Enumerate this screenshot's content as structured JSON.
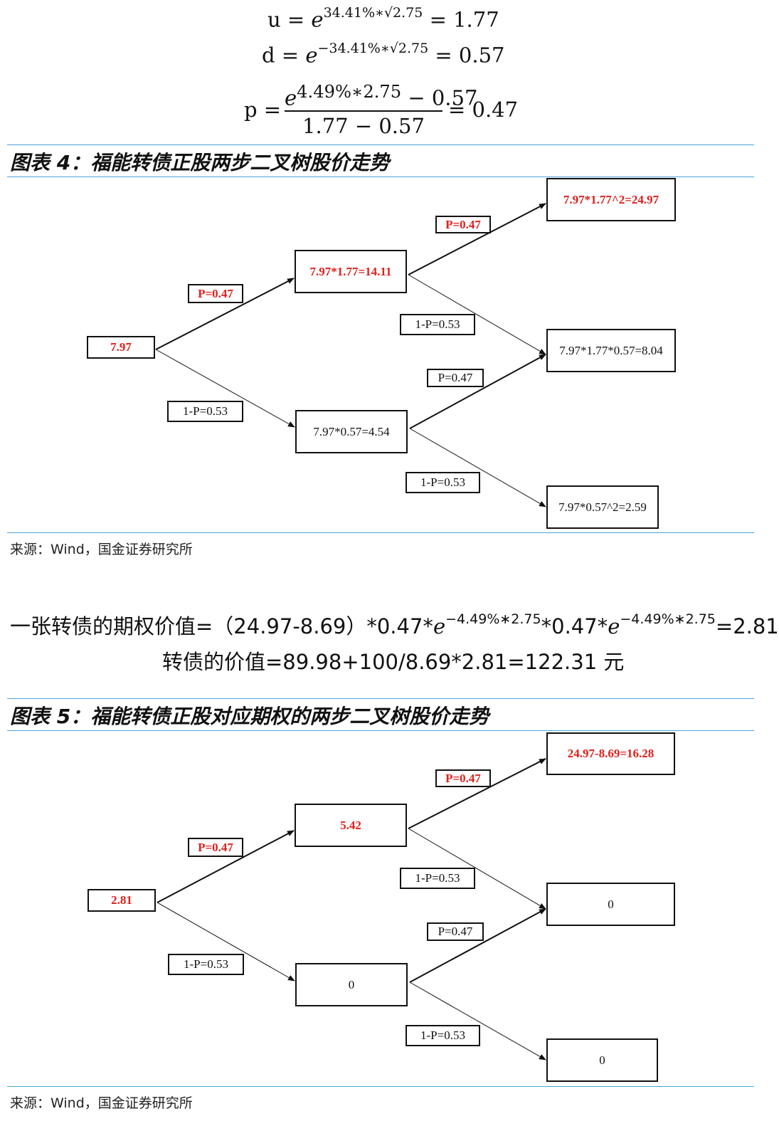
{
  "formulas": {
    "u_lhs": "u =",
    "u_base": "e",
    "u_exp": "34.41%∗√2.75",
    "u_rhs": "= 1.77",
    "d_lhs": "d =",
    "d_base": "e",
    "d_exp": "−34.41%∗√2.75",
    "d_rhs": "= 0.57",
    "p_lhs": "p =",
    "p_num_base": "e",
    "p_num_exp": "4.49%∗2.75",
    "p_num_rest": " − 0.57",
    "p_den": "1.77 − 0.57",
    "p_rhs": "= 0.47"
  },
  "figure4": {
    "title": "图表 4：福能转债正股两步二叉树股价走势",
    "source": "来源：Wind，国金证券研究所",
    "nodes": {
      "root": "7.97",
      "up": "7.97*1.77=14.11",
      "down": "7.97*0.57=4.54",
      "uu": "7.97*1.77^2=24.97",
      "ud": "7.97*1.77*0.57=8.04",
      "dd": "7.97*0.57^2=2.59"
    },
    "labels": {
      "root_up": "P=0.47",
      "root_down": "1-P=0.53",
      "up_up": "P=0.47",
      "up_down": "1-P=0.53",
      "down_up": "P=0.47",
      "down_down": "1-P=0.53"
    }
  },
  "middle_text": {
    "line1_a": "一张转债的期权价值=（24.97-8.69）*0.47*",
    "line1_e1": "e",
    "line1_exp1": "−4.49%∗2.75",
    "line1_b": "*0.47*",
    "line1_e2": "e",
    "line1_exp2": "−4.49%∗2.75",
    "line1_c": "=2.81",
    "line2": "转债的价值=89.98+100/8.69*2.81=122.31 元"
  },
  "figure5": {
    "title": "图表 5：福能转债正股对应期权的两步二叉树股价走势",
    "source": "来源：Wind，国金证券研究所",
    "nodes": {
      "root": "2.81",
      "up": "5.42",
      "down": "0",
      "uu": "24.97-8.69=16.28",
      "ud": "0",
      "dd": "0"
    },
    "labels": {
      "root_up": "P=0.47",
      "root_down": "1-P=0.53",
      "up_up": "P=0.47",
      "up_down": "1-P=0.53",
      "down_up": "P=0.47",
      "down_down": "1-P=0.53"
    }
  }
}
